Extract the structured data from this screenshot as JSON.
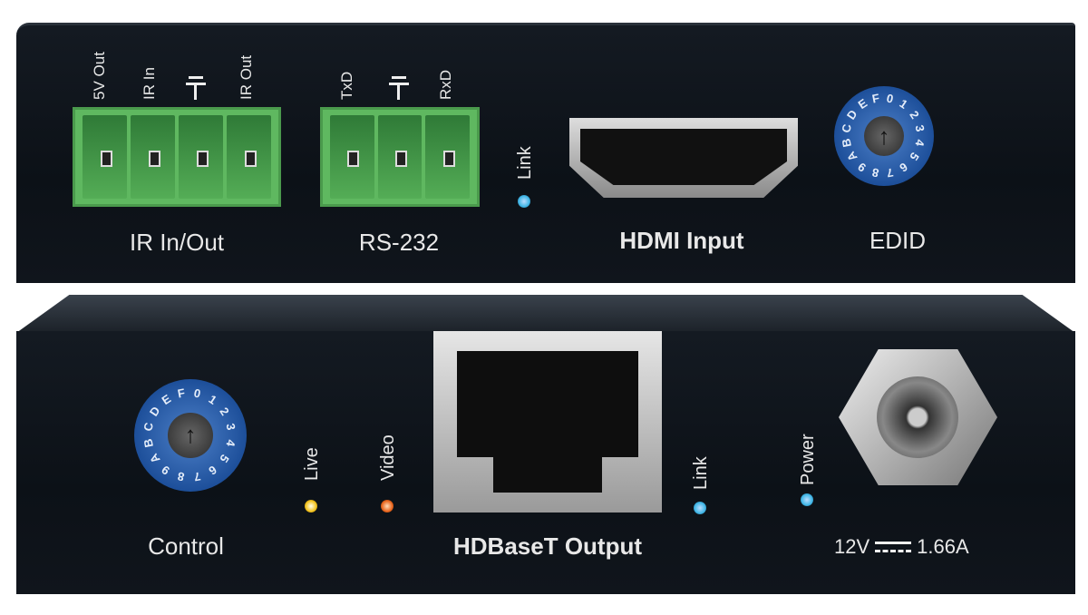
{
  "top_panel": {
    "ir_pins": [
      "5V Out",
      "IR In",
      "ground",
      "IR Out"
    ],
    "ir_label": "IR In/Out",
    "rs232_pins": [
      "TxD",
      "ground",
      "RxD"
    ],
    "rs232_label": "RS-232",
    "link_label": "Link",
    "hdmi_label": "HDMI Input",
    "edid_label": "EDID"
  },
  "bottom_panel": {
    "control_label": "Control",
    "live_label": "Live",
    "video_label": "Video",
    "hdbaset_label": "HDBaseT Output",
    "link_label": "Link",
    "power_label": "Power",
    "power_rating_voltage": "12V",
    "power_rating_current": "1.66A"
  },
  "dial_digits": "0123456789ABCDEF",
  "colors": {
    "live_led": "#f2c21b",
    "video_led": "#e8641c",
    "link_led": "#3fb6e6",
    "power_led": "#3fb6e6",
    "terminal": "#5fb860",
    "dial": "#1d4f9a"
  }
}
